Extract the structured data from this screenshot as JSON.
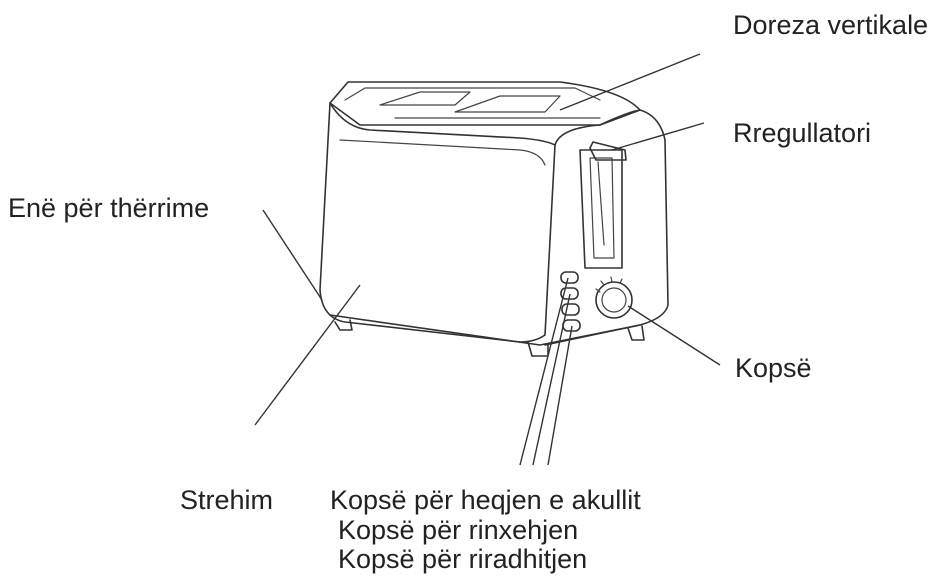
{
  "labels": {
    "vertical_handle": "Doreza vertikale",
    "regulator": "Rregullatori",
    "crumb_tray": "Enë për thërrime",
    "knob": "Kopsë",
    "housing": "Strehim",
    "defrost_button": "Kopsë për heqjen e akullit",
    "reheat_button": "Kopsë për rinxehjen",
    "cancel_button": "Kopsë për riradhitjen"
  }
}
